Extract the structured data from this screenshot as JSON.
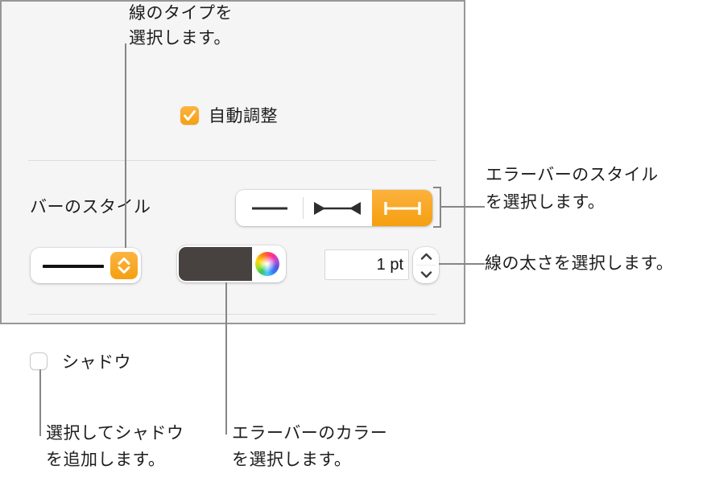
{
  "panel": {
    "autofit": {
      "label": "自動調整",
      "checked": true
    },
    "bar_style": {
      "label": "バーのスタイル",
      "options": [
        "line",
        "arrow-caps",
        "flat-caps"
      ],
      "selected": "flat-caps"
    },
    "line_type_popup": {
      "preview": "solid-line"
    },
    "color_well": {
      "swatch_color": "#474140"
    },
    "line_weight": {
      "value": "1 pt"
    },
    "shadow": {
      "label": "シャドウ",
      "checked": false
    }
  },
  "callouts": {
    "line_type": {
      "line1": "線のタイプを",
      "line2": "選択します。"
    },
    "error_bar_style": {
      "line1": "エラーバーのスタイル",
      "line2": "を選択します。"
    },
    "line_weight": {
      "line1": "線の太さを選択します。"
    },
    "shadow": {
      "line1": "選択してシャドウ",
      "line2": "を追加します。"
    },
    "color": {
      "line1": "エラーバーのカラー",
      "line2": "を選択します。"
    }
  },
  "colors": {
    "accent_orange": "#F7A41E",
    "panel_background": "#F5F5F6",
    "panel_border": "#979797",
    "callout_line": "#868686",
    "swatch_dark": "#474140",
    "text": "#1D1D1F"
  }
}
